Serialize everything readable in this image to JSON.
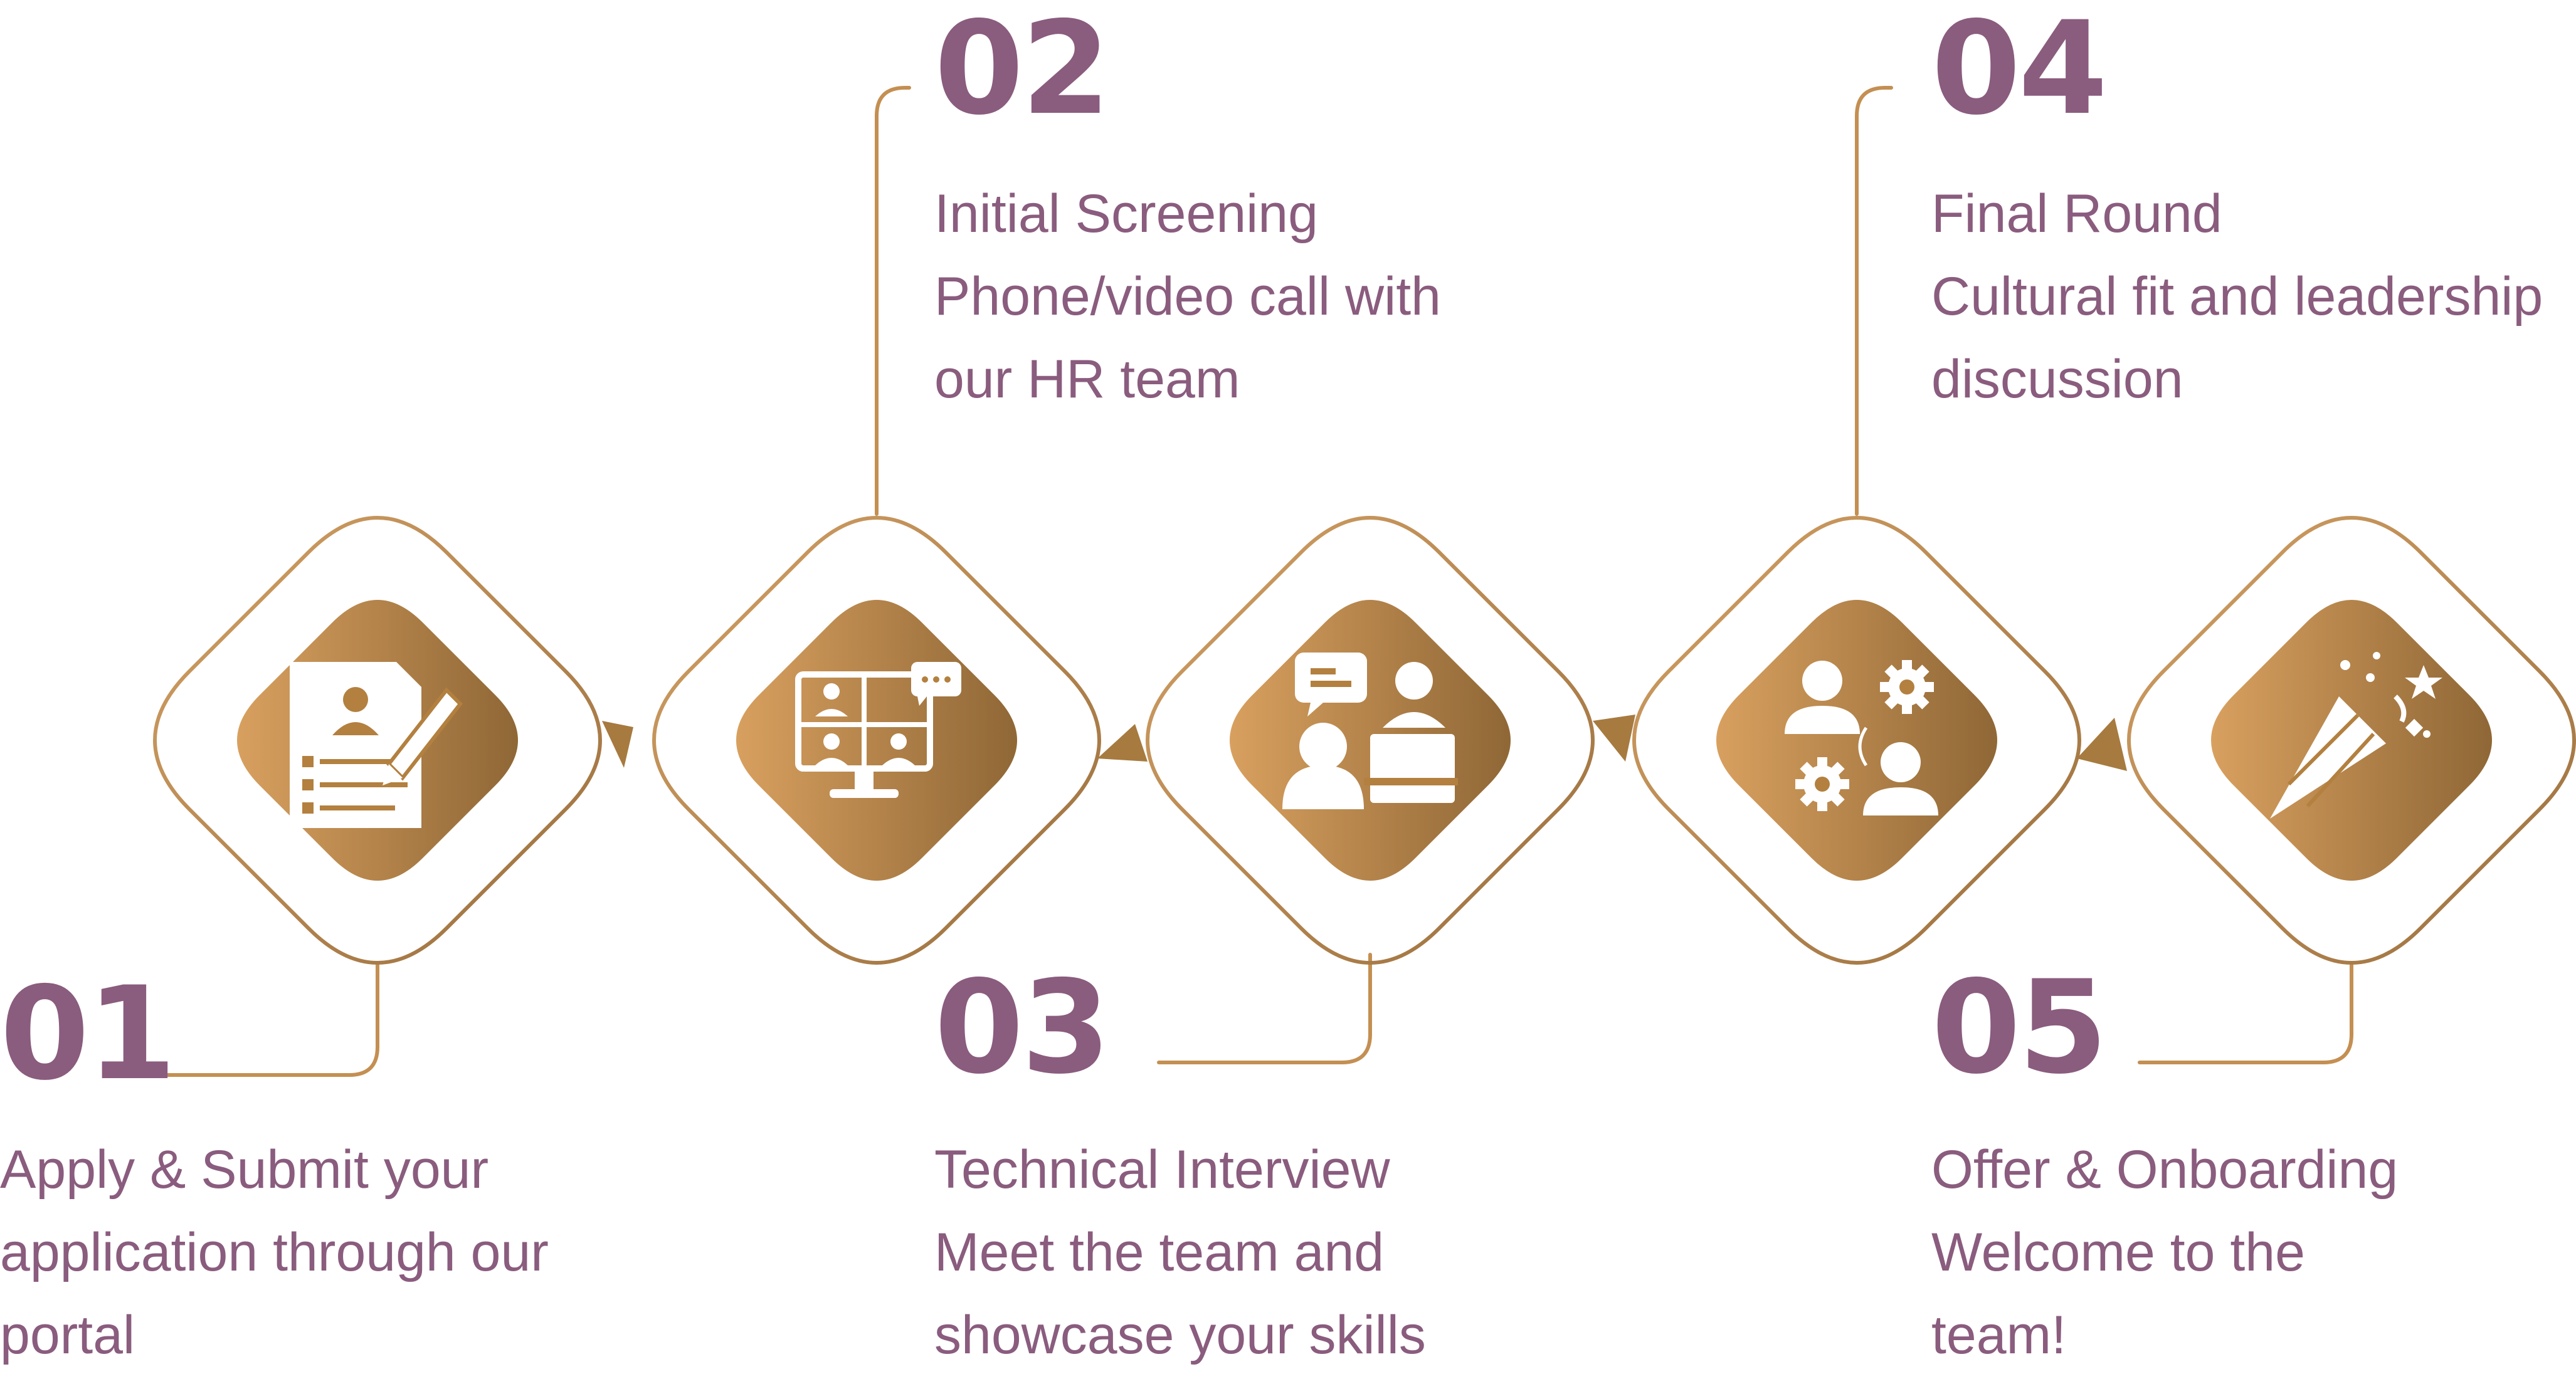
{
  "colors": {
    "accent_text": "#8a5c7e",
    "gold_light": "#d8a05f",
    "gold_dark": "#8f6736",
    "line": "#c48f52"
  },
  "steps": [
    {
      "number": "01",
      "title": "Apply & Submit your",
      "lines": [
        "application through our",
        "portal"
      ],
      "icon": "document-form-icon"
    },
    {
      "number": "02",
      "title": "Initial Screening",
      "lines": [
        "Phone/video call with",
        "our HR team"
      ],
      "icon": "video-call-icon"
    },
    {
      "number": "03",
      "title": "Technical Interview",
      "lines": [
        "Meet the team and",
        "showcase your skills"
      ],
      "icon": "interview-meeting-icon"
    },
    {
      "number": "04",
      "title": "Final Round",
      "lines": [
        "Cultural fit and leadership",
        "discussion"
      ],
      "icon": "team-gears-icon"
    },
    {
      "number": "05",
      "title": "Offer & Onboarding",
      "lines": [
        "Welcome to the",
        "team!"
      ],
      "icon": "party-popper-icon"
    }
  ]
}
